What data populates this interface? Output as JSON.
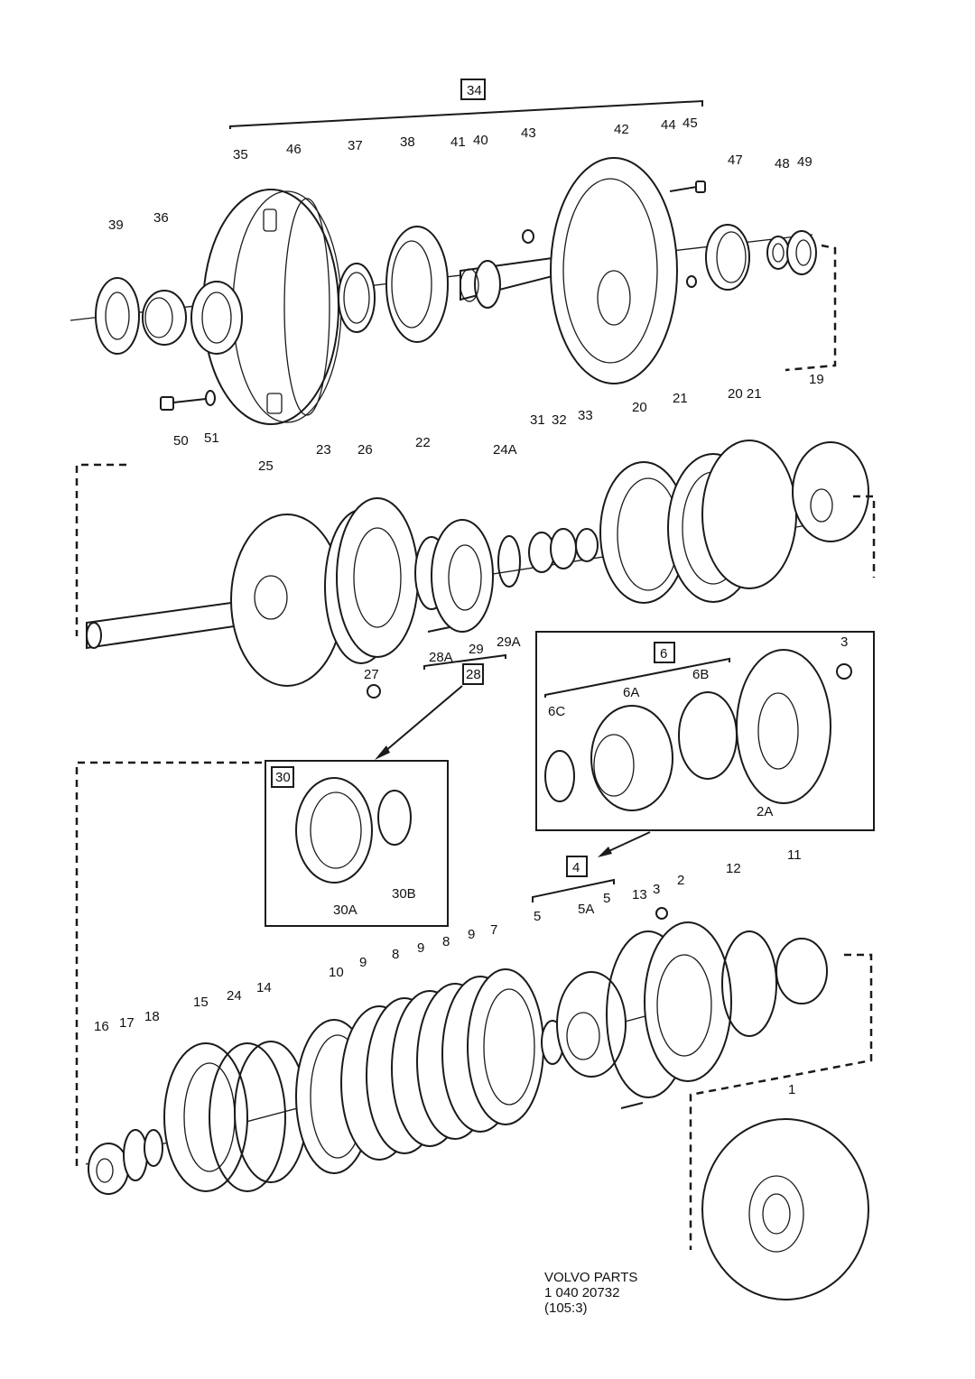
{
  "groups": {
    "g34": "34",
    "g28": "28",
    "g6": "6",
    "g30": "30",
    "g4": "4"
  },
  "labels": {
    "p35": "35",
    "p46": "46",
    "p37": "37",
    "p38": "38",
    "p41": "41",
    "p40": "40",
    "p43": "43",
    "p42": "42",
    "p44": "44",
    "p45": "45",
    "p47": "47",
    "p48": "48",
    "p49": "49",
    "p39": "39",
    "p36": "36",
    "p50": "50",
    "p51": "51",
    "p25": "25",
    "p23": "23",
    "p26": "26",
    "p22": "22",
    "p24A": "24A",
    "p31": "31",
    "p32": "32",
    "p33": "33",
    "p20": "20",
    "p21": "21",
    "p2021": "20 21",
    "p19": "19",
    "p28A": "28A",
    "p29": "29",
    "p29A": "29A",
    "p27": "27",
    "p3a": "3",
    "p6B": "6B",
    "p6A": "6A",
    "p6C": "6C",
    "p2A": "2A",
    "p30A": "30A",
    "p30B": "30B",
    "p10": "10",
    "p9a": "9",
    "p8a": "8",
    "p9b": "9",
    "p8b": "8",
    "p9c": "9",
    "p7": "7",
    "p5a": "5",
    "p5A": "5A",
    "p5b": "5",
    "p13": "13",
    "p3b": "3",
    "p2": "2",
    "p12": "12",
    "p11": "11",
    "p15": "15",
    "p24": "24",
    "p14": "14",
    "p16": "16",
    "p17": "17",
    "p18": "18",
    "p1": "1"
  },
  "footer": {
    "line1": "VOLVO PARTS",
    "line2": "1 040 20732",
    "line3": "(105:3)"
  }
}
